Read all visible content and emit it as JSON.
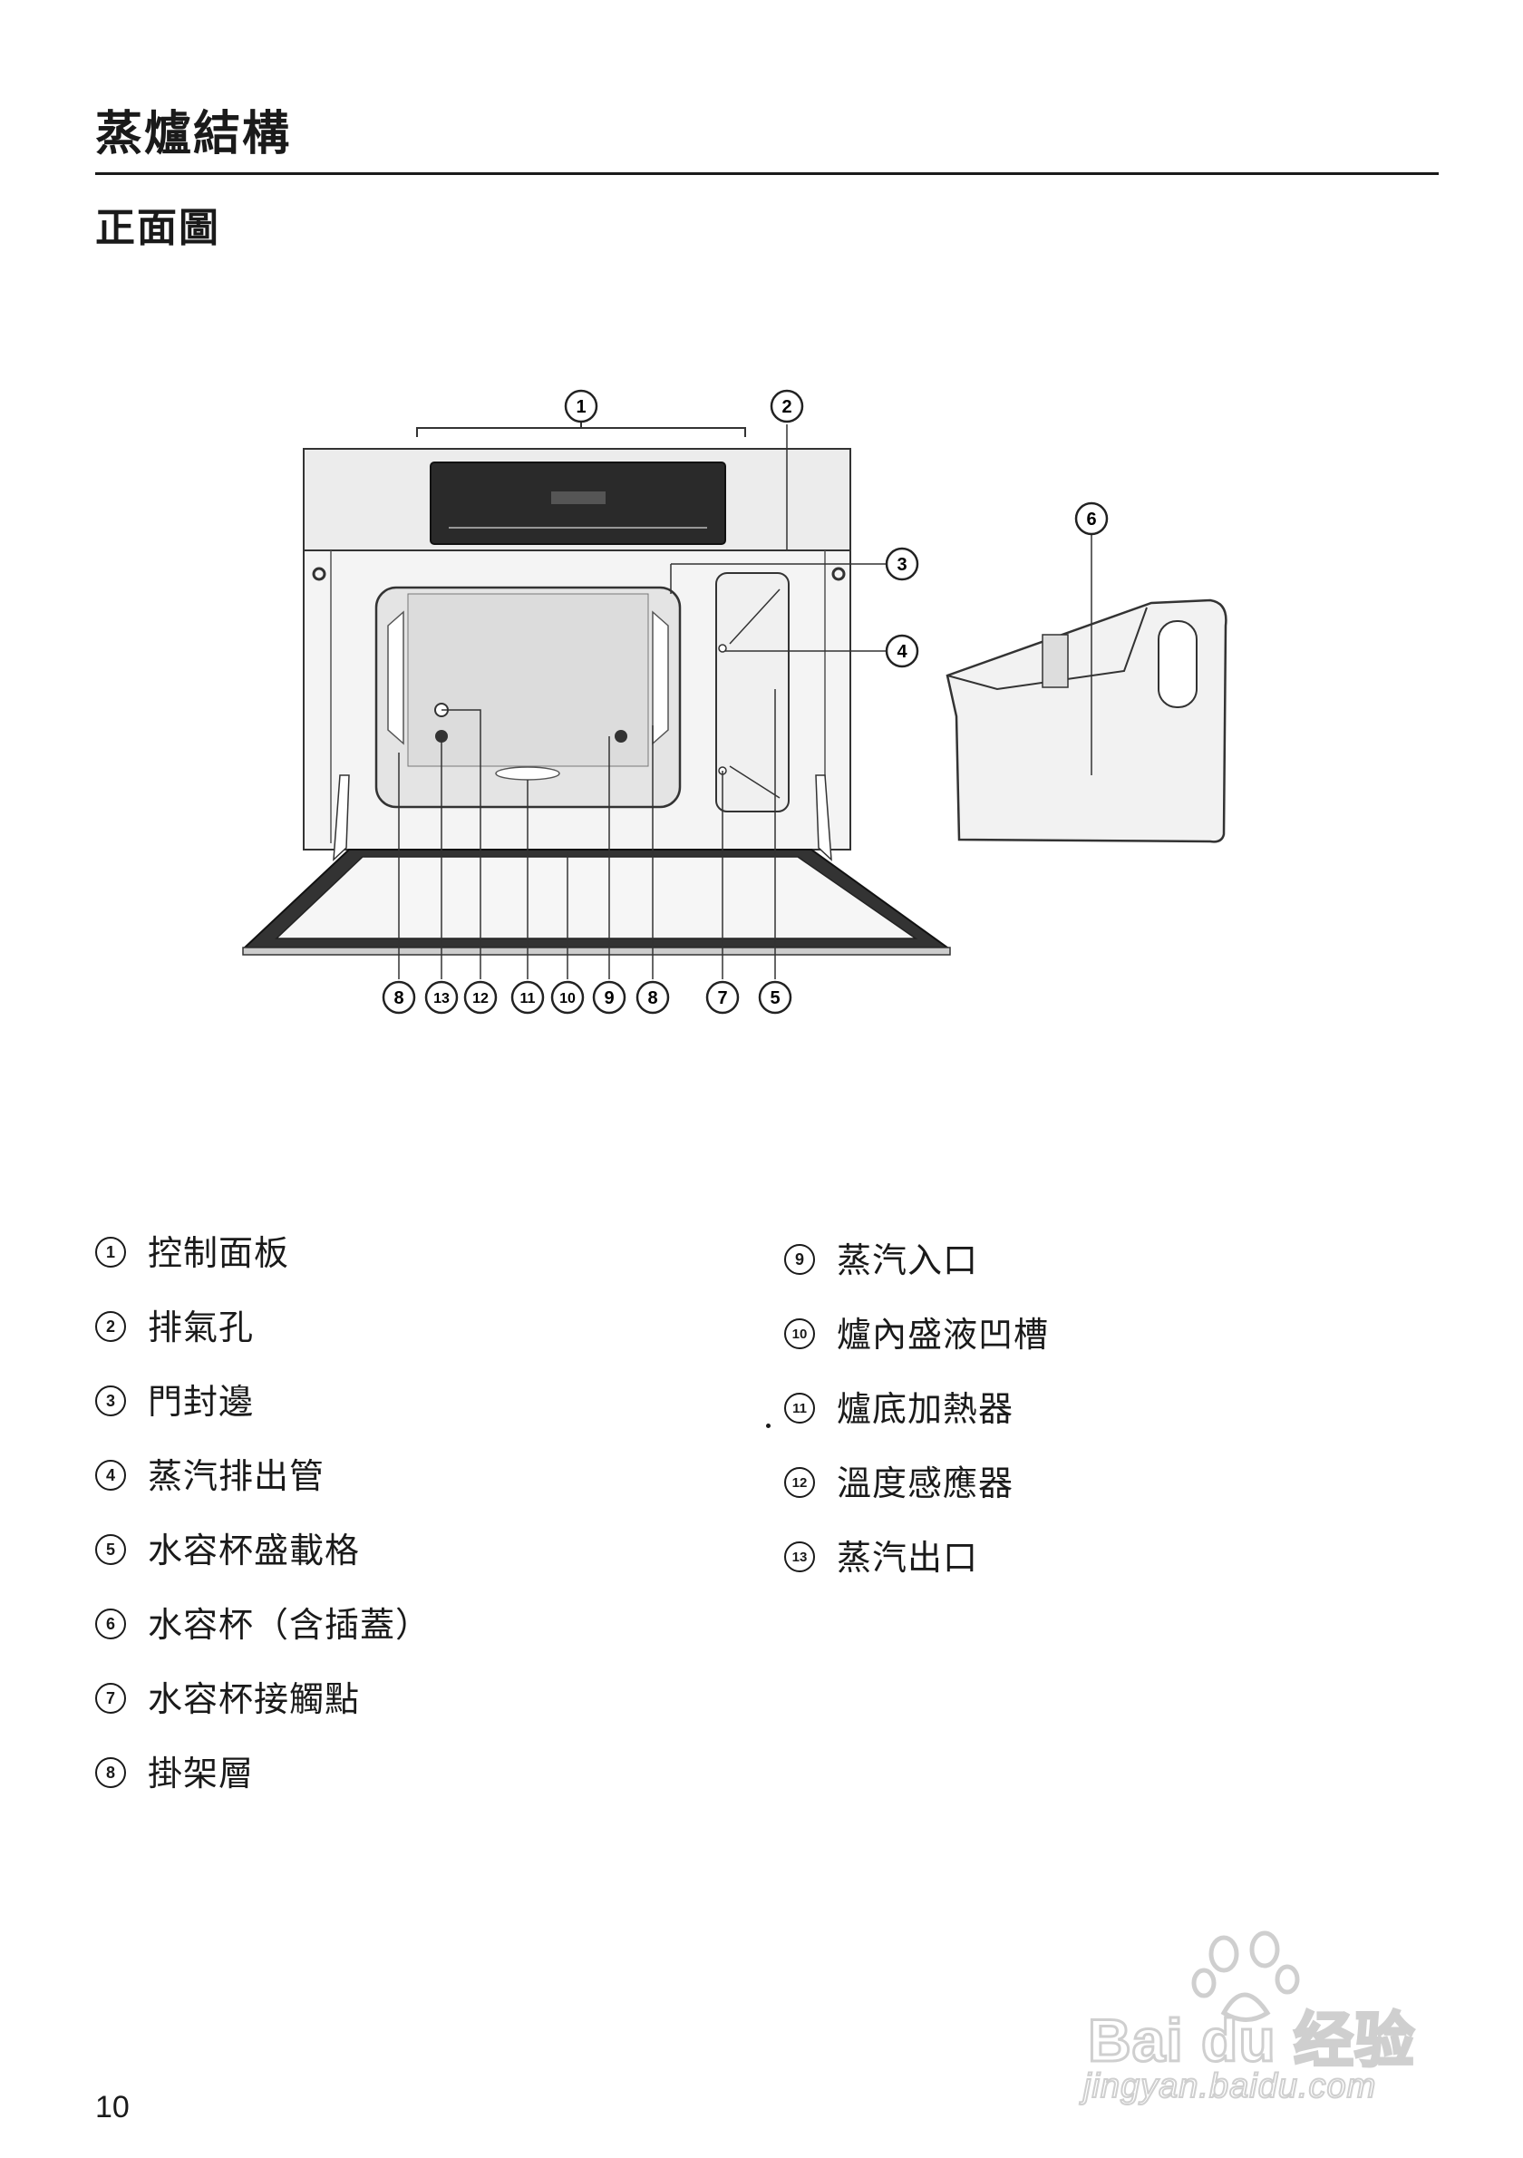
{
  "heading": "蒸爐結構",
  "subheading": "正面圖",
  "callout_numbers": [
    "1",
    "2",
    "3",
    "4",
    "5",
    "6",
    "7",
    "8",
    "9",
    "10",
    "11",
    "12",
    "13"
  ],
  "legend_left": [
    {
      "num": "1",
      "text": "控制面板"
    },
    {
      "num": "2",
      "text": "排氣孔"
    },
    {
      "num": "3",
      "text": "門封邊"
    },
    {
      "num": "4",
      "text": "蒸汽排出管"
    },
    {
      "num": "5",
      "text": "水容杯盛載格"
    },
    {
      "num": "6",
      "text": "水容杯（含插蓋）"
    },
    {
      "num": "7",
      "text": "水容杯接觸點"
    },
    {
      "num": "8",
      "text": "掛架層"
    }
  ],
  "legend_right": [
    {
      "num": "9",
      "text": "蒸汽入口"
    },
    {
      "num": "10",
      "text": "爐內盛液凹槽"
    },
    {
      "num": "11",
      "text": "爐底加熱器"
    },
    {
      "num": "12",
      "text": "溫度感應器"
    },
    {
      "num": "13",
      "text": "蒸汽出口"
    }
  ],
  "page_number": "10",
  "watermark": {
    "brand": "Bai du 经验",
    "url": "jingyan.baidu.com"
  }
}
